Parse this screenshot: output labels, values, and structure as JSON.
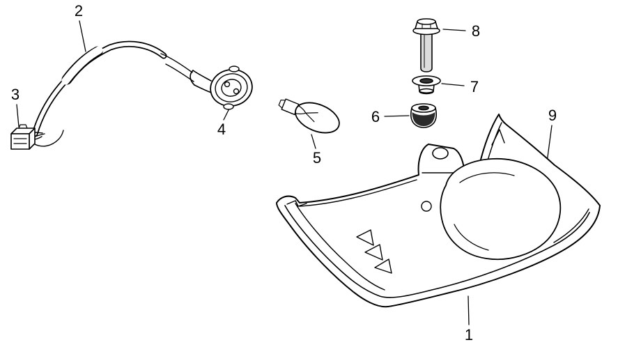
{
  "diagram": {
    "background_color": "#ffffff",
    "line_color": "#000000",
    "shank_shade_color": "#dcdcdc",
    "callouts": [
      {
        "label": "1"
      },
      {
        "label": "2"
      },
      {
        "label": "3"
      },
      {
        "label": "4"
      },
      {
        "label": "5"
      },
      {
        "label": "6"
      },
      {
        "label": "7"
      },
      {
        "label": "8"
      },
      {
        "label": "9"
      }
    ]
  }
}
